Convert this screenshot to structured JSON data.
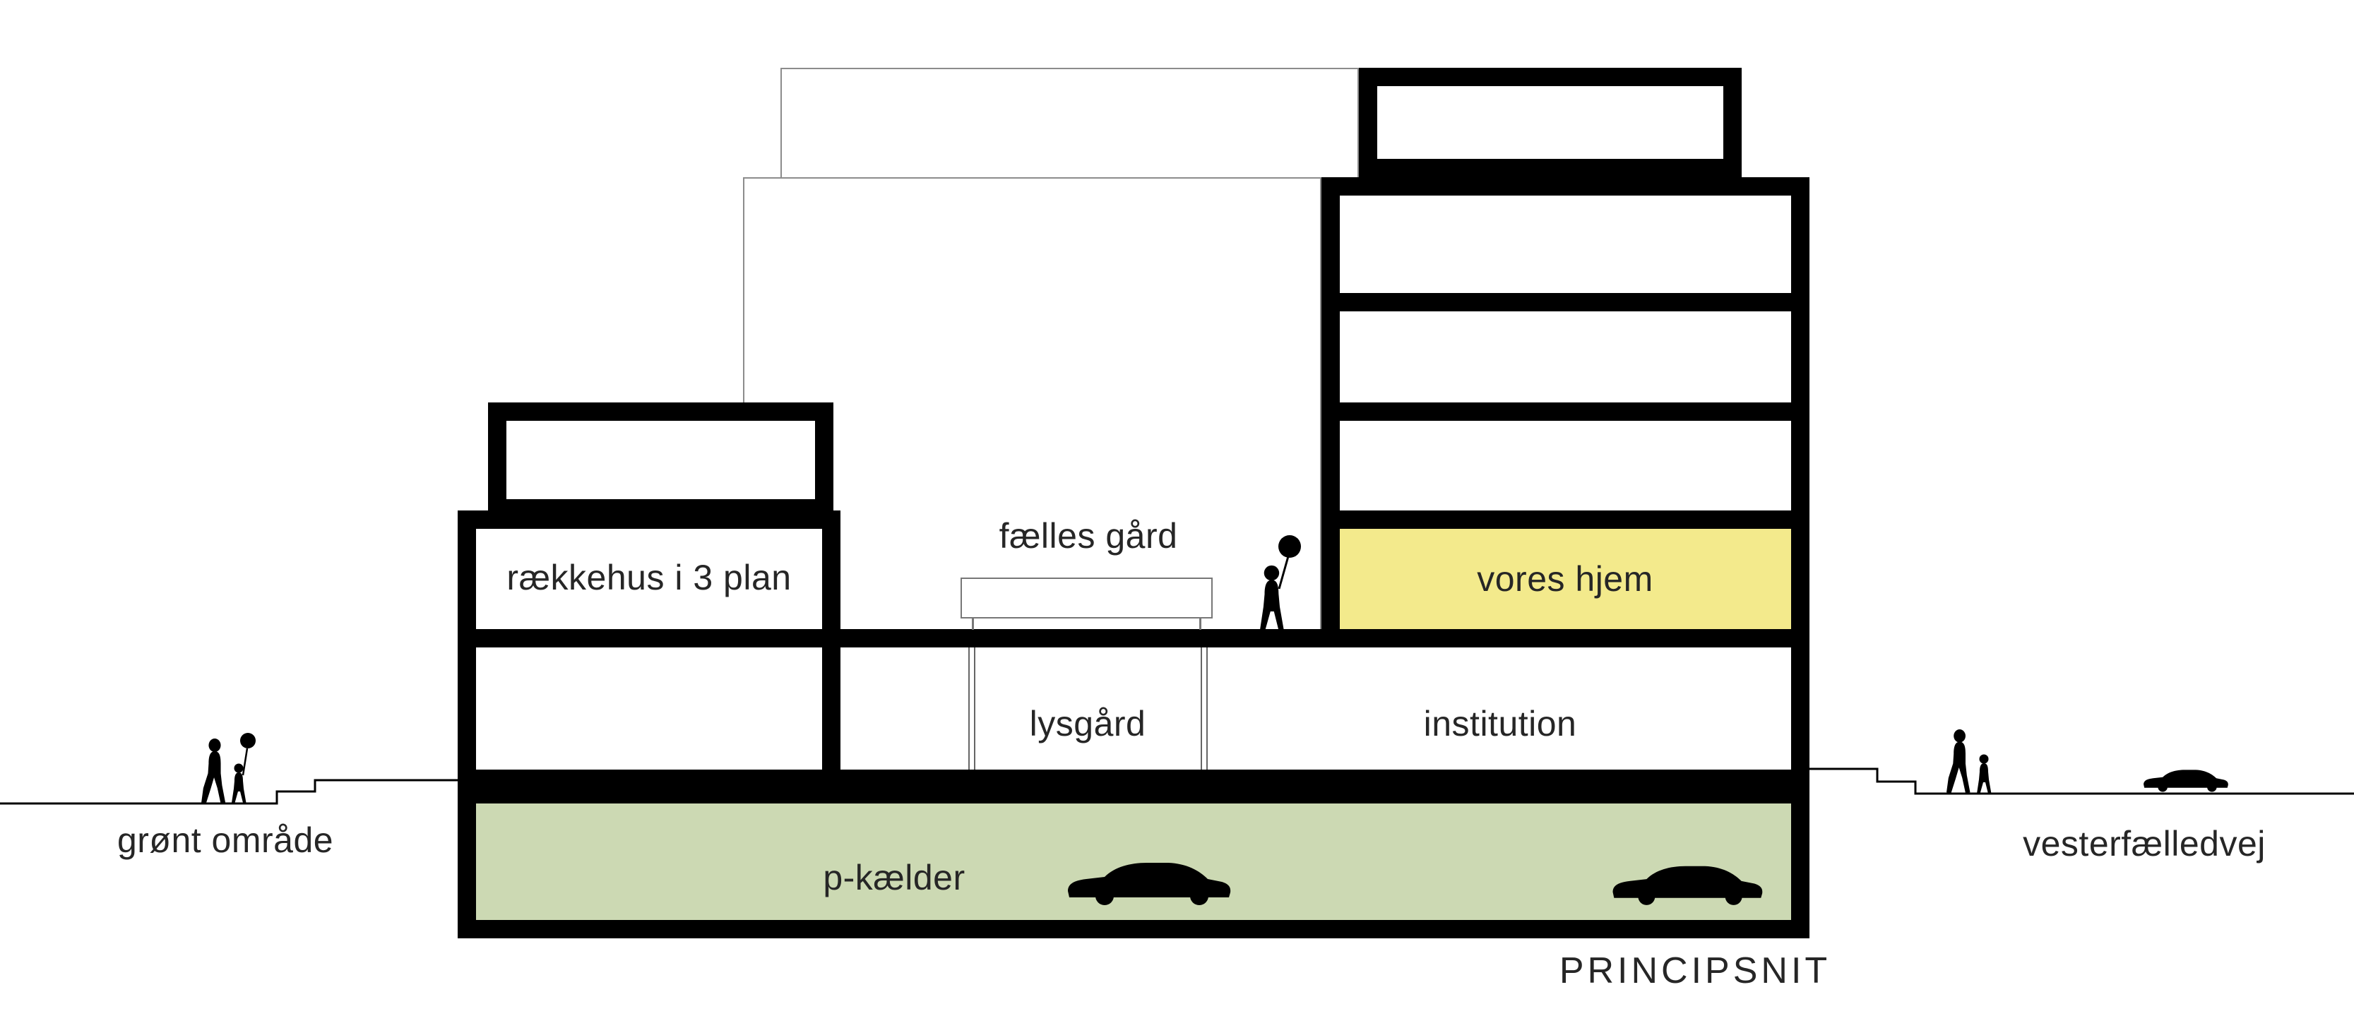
{
  "title": "PRINCIPSNIT",
  "colors": {
    "structure": "#000000",
    "accent_yellow": "#f3ea8c",
    "basement_green": "#ccd9b3",
    "thin_line": "#8c8c8c",
    "text": "#262626",
    "background": "#ffffff"
  },
  "labels": {
    "rowhouse": "rækkehus i 3 plan",
    "shared_courtyard": "fælles gård",
    "light_court": "lysgård",
    "institution": "institution",
    "our_home": "vores hjem",
    "parking_basement": "p-kælder",
    "green_area": "grønt område",
    "street": "vesterfælledvej",
    "caption": "PRINCIPSNIT"
  },
  "icons": {
    "pedestrians_left": "adult-and-child-with-balloon-silhouette",
    "child_courtyard": "child-with-balloon-silhouette",
    "pedestrians_right": "adult-and-child-silhouette",
    "car_basement_1": "car-silhouette",
    "car_basement_2": "car-silhouette",
    "car_street": "car-silhouette"
  }
}
